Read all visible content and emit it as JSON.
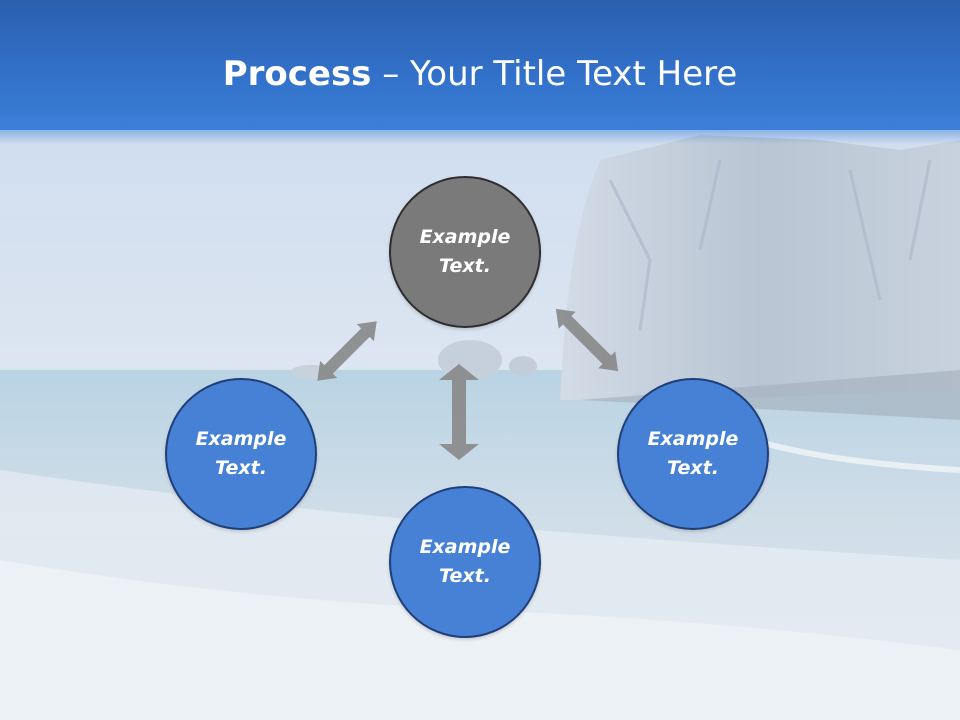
{
  "title": {
    "bold": "Process",
    "rest": " – Your Title Text Here"
  },
  "nodes": {
    "top": {
      "line1": "Example",
      "line2": "Text."
    },
    "left": {
      "line1": "Example",
      "line2": "Text."
    },
    "right": {
      "line1": "Example",
      "line2": "Text."
    },
    "bottom": {
      "line1": "Example",
      "line2": "Text."
    }
  },
  "colors": {
    "header": "#3270c8",
    "node_blue": "#4681d5",
    "node_gray": "#7a7a7a",
    "arrow": "#8a8a8a"
  },
  "icons": {
    "connector": "double-headed-arrow"
  }
}
